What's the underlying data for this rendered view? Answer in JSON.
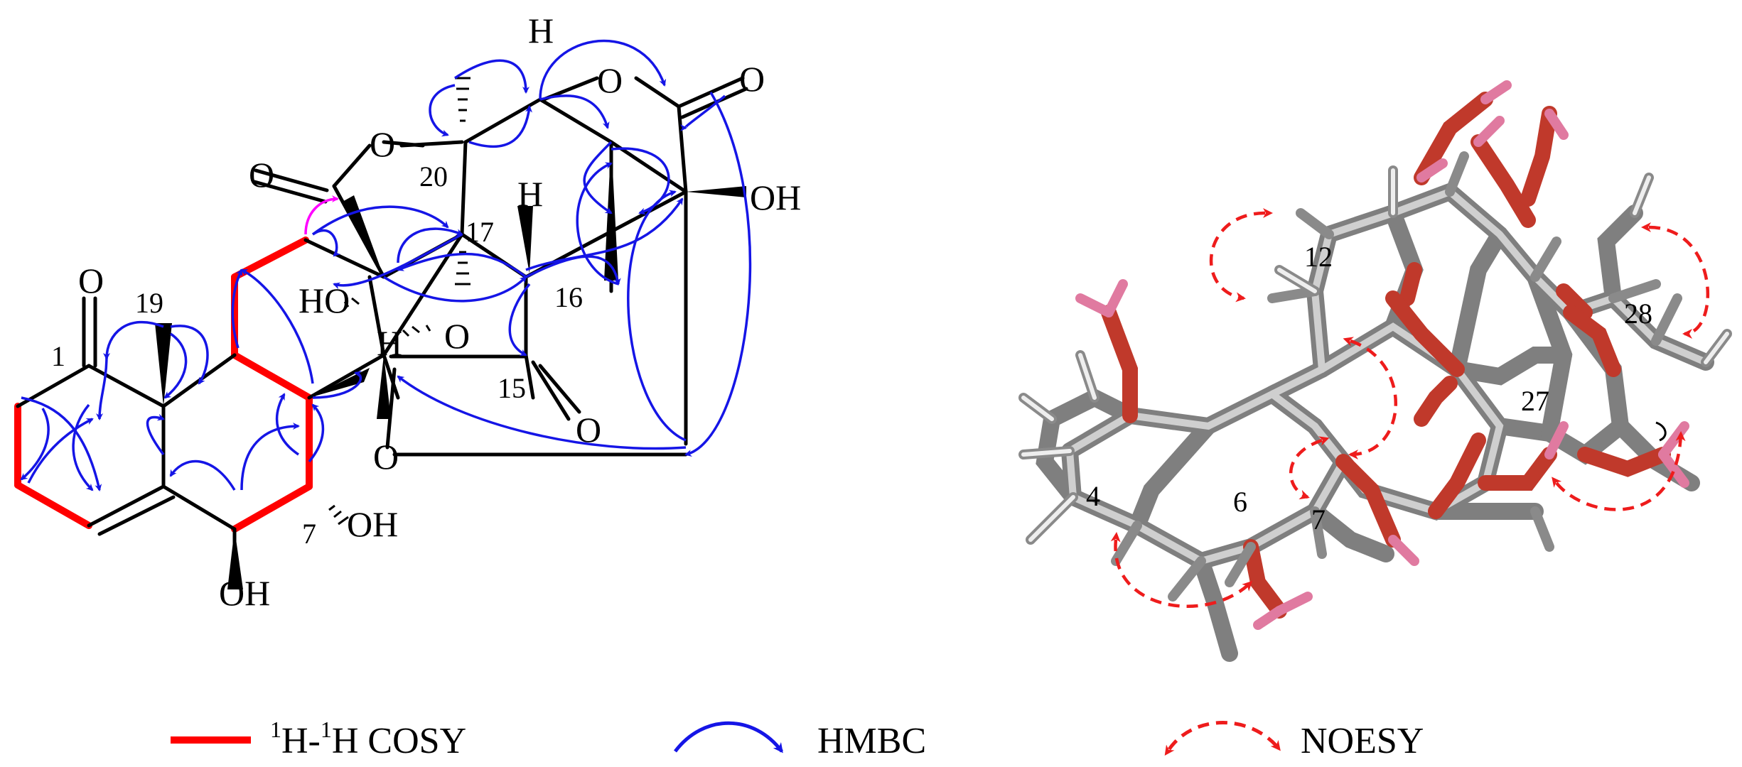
{
  "structure_2d": {
    "atoms": {
      "O_c1": "O",
      "O_c21": "O",
      "O_lac20": "O",
      "O_lac_top": "O",
      "O_c_top": "O",
      "O_c15": "O",
      "O_bridge": "O",
      "O_ether": "O",
      "OH_c13": "OH",
      "HO_c": "HO",
      "OH_c7": "OH",
      "OH_c6": "OH",
      "H_top": "H",
      "H_16": "H",
      "H_bridge": "H"
    },
    "numbers": {
      "n1": "1",
      "n19": "19",
      "n20": "20",
      "n17": "17",
      "n16": "16",
      "n15": "15",
      "n7": "7"
    }
  },
  "model_3d": {
    "labels": {
      "n12": "12",
      "n28": "28",
      "n27": "27",
      "n4": "4",
      "n6": "6",
      "n7": "7"
    }
  },
  "legend": {
    "cosy_sup1": "1",
    "cosy_h1": "H-",
    "cosy_sup2": "1",
    "cosy_rest": "H COSY",
    "hmbc": "HMBC",
    "noesy": "NOESY"
  },
  "colors": {
    "bond": "#000000",
    "cosy": "#ff0000",
    "hmbc": "#1515e6",
    "noesy": "#ee1c1c",
    "highlight": "#ff00ff",
    "carbon": "#9a9a9a",
    "oxygen": "#d42a2a",
    "hydrogen": "#e8e8e8",
    "hydroxyl_h": "#e07aa0"
  }
}
